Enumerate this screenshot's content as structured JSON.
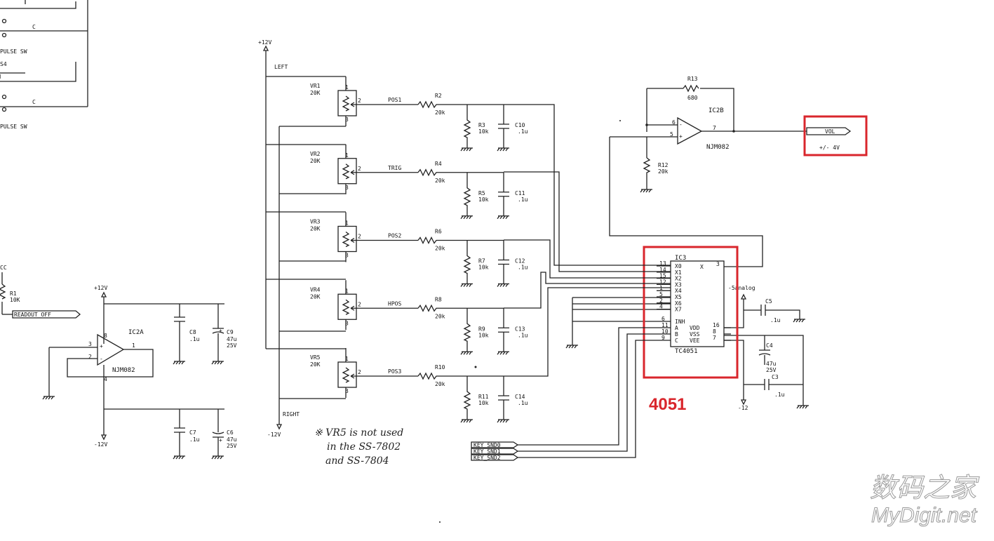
{
  "left_edge": {
    "c1": "C",
    "pulse1": "PULSE SW",
    "s4": "S4",
    "c2": "C",
    "pulse2": "PULSE SW",
    "cc": "CC",
    "r1": "R1",
    "r1_val": "10K",
    "readout": "READOUT_OFF"
  },
  "ic2a": {
    "pos_rail": "+12V",
    "neg_rail": "-12V",
    "name": "IC2A",
    "part": "NJM082",
    "pin8": "8",
    "pin3": "3",
    "pin2": "2",
    "pin1": "1",
    "pin4": "4",
    "c8": "C8",
    "c8_val": ".1u",
    "c9": "C9",
    "c9_val1": "47u",
    "c9_val2": "25V",
    "c7": "C7",
    "c7_val": ".1u",
    "c6": "C6",
    "c6_val1": "47u",
    "c6_val2": "25V"
  },
  "rails": {
    "top": "+12V",
    "left_label": "LEFT",
    "right_label": "RIGHT",
    "bottom": "-12V"
  },
  "pots": [
    {
      "name": "VR1",
      "val": "20K",
      "net": "POS1",
      "r": "R2",
      "r_val": "20k",
      "r_gnd": "R3",
      "r_gnd_val": "10k",
      "c": "C10",
      "c_val": ".1u"
    },
    {
      "name": "VR2",
      "val": "20K",
      "net": "TRIG",
      "r": "R4",
      "r_val": "20k",
      "r_gnd": "R5",
      "r_gnd_val": "10k",
      "c": "C11",
      "c_val": ".1u"
    },
    {
      "name": "VR3",
      "val": "20K",
      "net": "POS2",
      "r": "R6",
      "r_val": "20k",
      "r_gnd": "R7",
      "r_gnd_val": "10k",
      "c": "C12",
      "c_val": ".1u"
    },
    {
      "name": "VR4",
      "val": "20K",
      "net": "HPOS",
      "r": "R8",
      "r_val": "20k",
      "r_gnd": "R9",
      "r_gnd_val": "10k",
      "c": "C13",
      "c_val": ".1u"
    },
    {
      "name": "VR5",
      "val": "20K",
      "net": "POS3",
      "r": "R10",
      "r_val": "20k",
      "r_gnd": "R11",
      "r_gnd_val": "10k",
      "c": "C14",
      "c_val": ".1u"
    }
  ],
  "pot_pins": {
    "p1": "1",
    "p2": "2",
    "p3": "3"
  },
  "note": {
    "line1": "※ VR5 is not used",
    "line2": "in the SS-7802",
    "line3": "and SS-7804"
  },
  "ic2b": {
    "r13": "R13",
    "r13_val": "680",
    "name": "IC2B",
    "part": "NJM082",
    "pin6": "6",
    "pin5": "5",
    "pin7": "7",
    "r12": "R12",
    "r12_val": "20k",
    "vol": "VOL",
    "vol_range": "+/- 4V"
  },
  "ic3": {
    "name": "IC3",
    "part": "TC4051",
    "inputs": [
      {
        "pin": "13",
        "label": "X0"
      },
      {
        "pin": "14",
        "label": "X1"
      },
      {
        "pin": "15",
        "label": "X2"
      },
      {
        "pin": "12",
        "label": "X3"
      },
      {
        "pin": "1",
        "label": "X4"
      },
      {
        "pin": "5",
        "label": "X5"
      },
      {
        "pin": "2",
        "label": "X6"
      },
      {
        "pin": "4",
        "label": "X7"
      }
    ],
    "x_label": "X",
    "x_pin": "3",
    "controls": [
      {
        "pin": "6",
        "label": "INH"
      },
      {
        "pin": "11",
        "label": "A"
      },
      {
        "pin": "10",
        "label": "B"
      },
      {
        "pin": "9",
        "label": "C"
      }
    ],
    "power": [
      {
        "pin": "16",
        "label": "VDD"
      },
      {
        "pin": "8",
        "label": "VSS"
      },
      {
        "pin": "7",
        "label": "VEE"
      }
    ],
    "analog": "-5analog",
    "c5": "C5",
    "c5_val": ".1u",
    "c4": "C4",
    "c4_val1": "47u",
    "c4_val2": "25V",
    "c3": "C3",
    "c3_val": ".1u",
    "neg": "-12"
  },
  "keys": [
    "KEY_SND0",
    "KEY_SND1",
    "KEY_SND2"
  ],
  "annotation": {
    "label": "4051",
    "color": "#d9262c"
  },
  "watermark": {
    "line1": "数码之家",
    "line2": "MyDigit.net"
  }
}
